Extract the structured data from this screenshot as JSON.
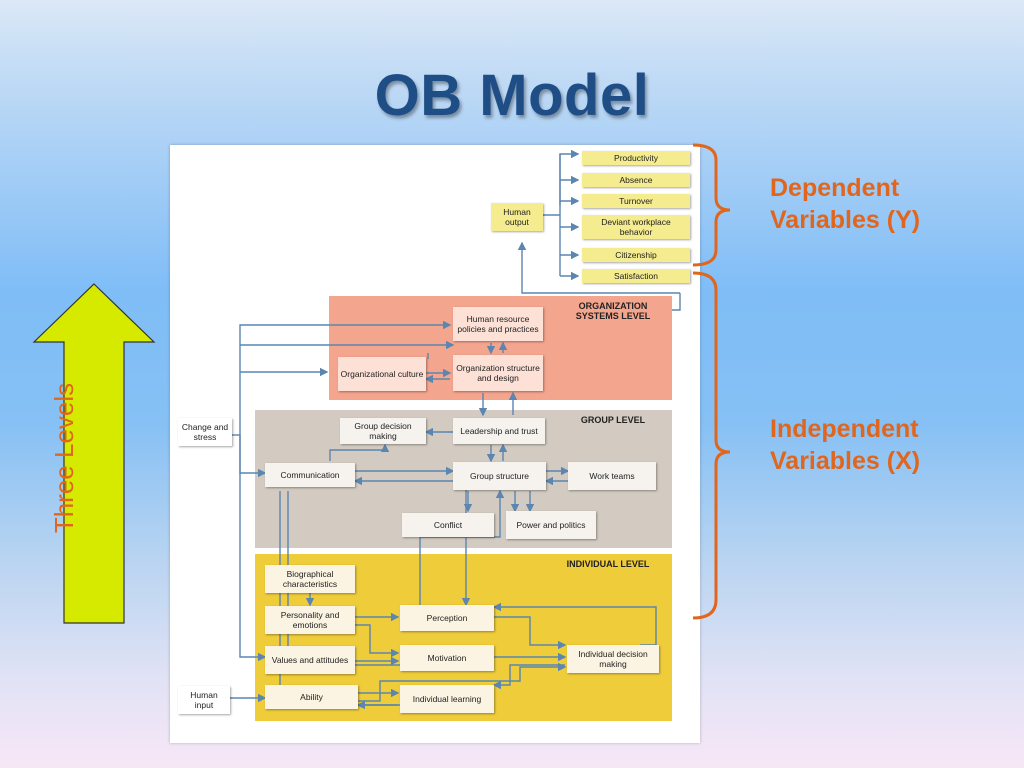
{
  "slide": {
    "title": "OB Model",
    "vertical_label": "Three Levels",
    "dependent_label_line1": "Dependent",
    "dependent_label_line2": "Variables (Y)",
    "independent_label_line1": "Independent",
    "independent_label_line2": "Variables (X)"
  },
  "outputs": {
    "human_output": "Human output",
    "productivity": "Productivity",
    "absence": "Absence",
    "turnover": "Turnover",
    "deviant": "Deviant workplace behavior",
    "citizenship": "Citizenship",
    "satisfaction": "Satisfaction"
  },
  "org_level": {
    "label": "ORGANIZATION SYSTEMS LEVEL",
    "hr": "Human resource policies and practices",
    "culture": "Organizational culture",
    "structure": "Organization structure and design"
  },
  "group_level": {
    "label": "GROUP LEVEL",
    "change": "Change and stress",
    "decision": "Group decision making",
    "leadership": "Leadership and trust",
    "communication": "Communication",
    "group_structure": "Group structure",
    "work_teams": "Work teams",
    "conflict": "Conflict",
    "power": "Power and politics"
  },
  "individual_level": {
    "label": "INDIVIDUAL LEVEL",
    "bio": "Biographical characteristics",
    "personality": "Personality and emotions",
    "values": "Values and attitudes",
    "ability": "Ability",
    "human_input": "Human input",
    "perception": "Perception",
    "motivation": "Motivation",
    "learning": "Individual learning",
    "decision": "Individual decision making"
  },
  "colors": {
    "title": "#1f4e87",
    "accent": "#e0661e",
    "arrow_fill": "#d6ea00",
    "org_band": "#f4a58e",
    "group_band": "#d3cbc1",
    "individual_band": "#efcc3a",
    "connector": "#5a86b0"
  }
}
